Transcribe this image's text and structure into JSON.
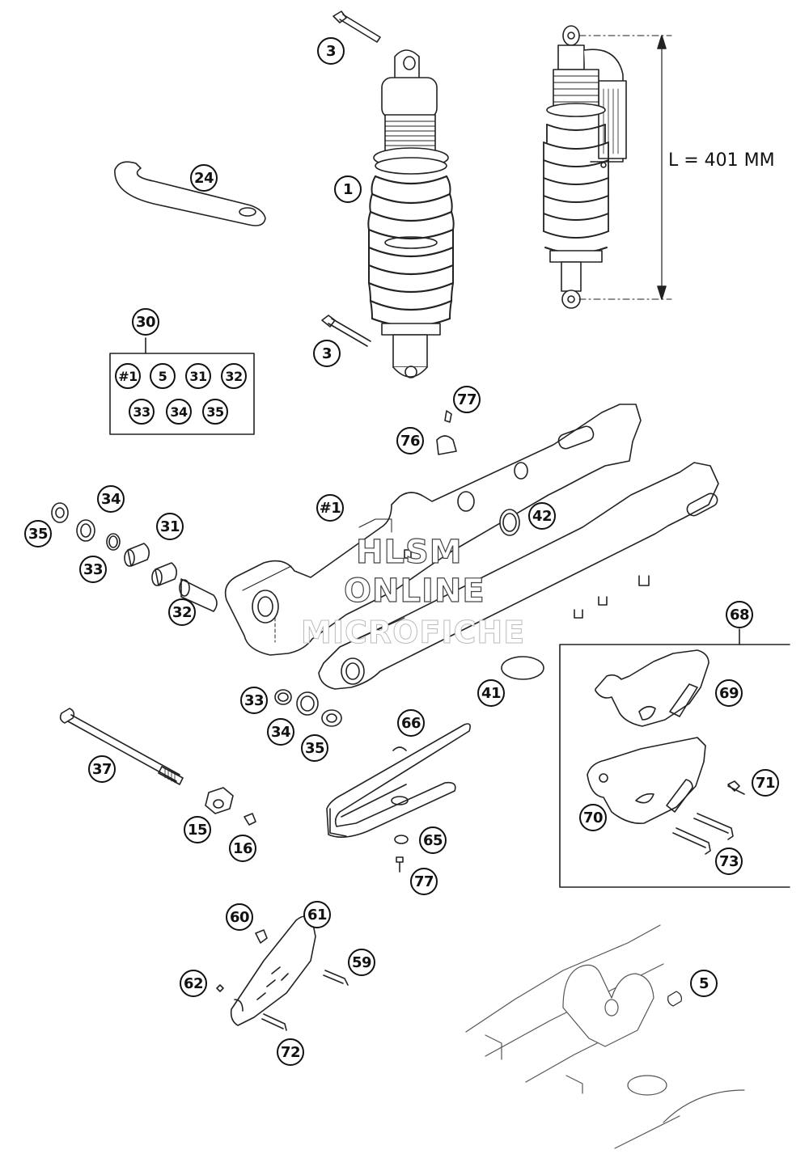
{
  "dimension_label": "L = 401 MM",
  "watermark": {
    "line1": "HLSM",
    "line2": "ONLINE",
    "line3": "MICROFICHE"
  },
  "callouts": {
    "c3_top": "3",
    "c3_bottom": "3",
    "c1": "1",
    "c24": "24",
    "c30": "30",
    "kit": [
      "#1",
      "5",
      "31",
      "32",
      "33",
      "34",
      "35"
    ],
    "c77_top": "77",
    "c76": "76",
    "c1_swingarm": "#1",
    "c42": "42",
    "c34_left": "34",
    "c35_left": "35",
    "c31": "31",
    "c33_left": "33",
    "c32": "32",
    "c33_mid": "33",
    "c34_mid": "34",
    "c35_mid": "35",
    "c41": "41",
    "c68": "68",
    "c69": "69",
    "c66": "66",
    "c37": "37",
    "c71": "71",
    "c70": "70",
    "c73": "73",
    "c65": "65",
    "c15": "15",
    "c16": "16",
    "c77_bottom": "77",
    "c60": "60",
    "c61": "61",
    "c59": "59",
    "c62": "62",
    "c5": "5",
    "c72": "72"
  },
  "icons": [
    "shock-absorber",
    "swingarm",
    "chain-guide",
    "chain-slider",
    "hook-wrench"
  ]
}
